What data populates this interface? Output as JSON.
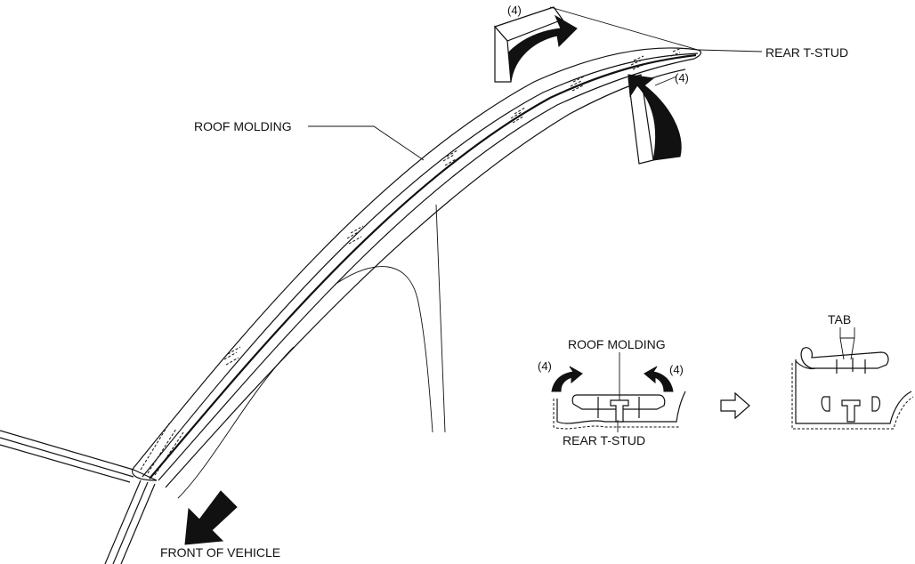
{
  "labels": {
    "roof_molding_main": "ROOF MOLDING",
    "rear_tstud_main": "REAR T-STUD",
    "step_top_left": "(4)",
    "step_top_right": "(4)",
    "front_of_vehicle": "FRONT OF VEHICLE",
    "detail_roof_molding": "ROOF MOLDING",
    "detail_step_left": "(4)",
    "detail_step_right": "(4)",
    "detail_rear_tstud": "REAR T-STUD",
    "tab": "TAB"
  },
  "icons": {
    "direction_arrow": "hollow-right-arrow-icon",
    "front_arrow": "front-direction-arrow-icon",
    "lift_arrows": "curved-lift-arrow-icon"
  },
  "colors": {
    "ink": "#111111",
    "background": "#ffffff"
  }
}
